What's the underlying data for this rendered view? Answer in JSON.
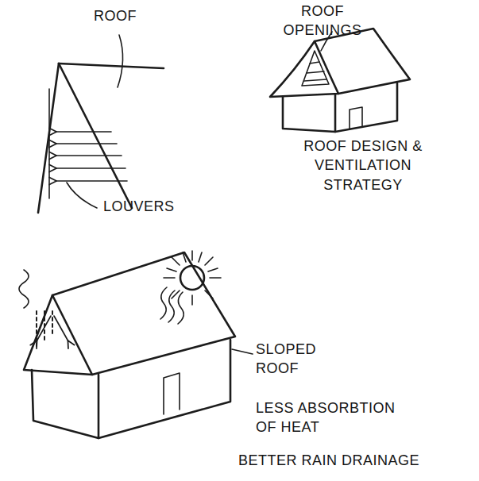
{
  "diagram": {
    "labels": [
      "ROOF",
      "LOUVERS",
      "ROOF OPENINGS",
      "ROOF DESIGN & VENTILATION STRATEGY",
      "SLOPED ROOF",
      "LESS ABSORBTION OF HEAT",
      "BETTER RAIN DRAINAGE"
    ]
  }
}
